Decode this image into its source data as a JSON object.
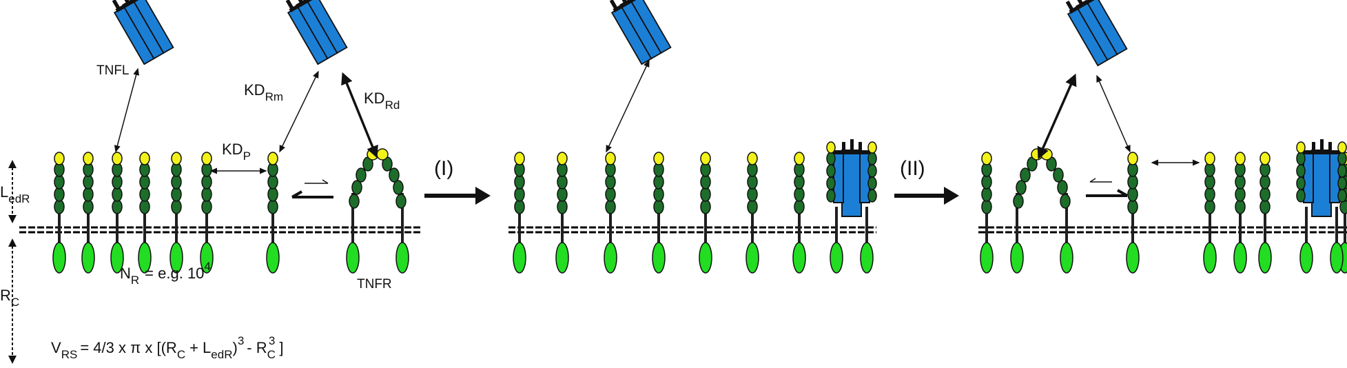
{
  "colors": {
    "ligand": "#1c7fd6",
    "stalk": "#1f1f1f",
    "crd_dark": "#1d6e2a",
    "crd_tip": "#f2f21a",
    "intracellular": "#22dd22",
    "membrane": "#000000"
  },
  "labels": {
    "tnfl": "TNFL",
    "tnfr": "TNFR",
    "kd_rm": "KD",
    "kd_rm_sub": "Rm",
    "kd_rd": "KD",
    "kd_rd_sub": "Rd",
    "kd_p": "KD",
    "kd_p_sub": "P",
    "step1": "(I)",
    "step2": "(II)",
    "ledr": "L",
    "ledr_sub": "edR",
    "rc": "R",
    "rc_sub": "C",
    "nr_main": "N",
    "nr_sub": "R",
    "nr_rest": "= e.g. 10",
    "nr_exp": "4",
    "vrs_v": "V",
    "vrs_sub": "RS",
    "vrs_eq": "= 4/3 x π x [(R",
    "vrs_c1": "C",
    "vrs_plus": "+ L",
    "vrs_edr": "edR",
    "vrs_close": ")",
    "vrs_exp1": "3",
    "vrs_minus": "- R",
    "vrs_c2": "C",
    "vrs_exp2": "3",
    "vrs_end": "]"
  }
}
